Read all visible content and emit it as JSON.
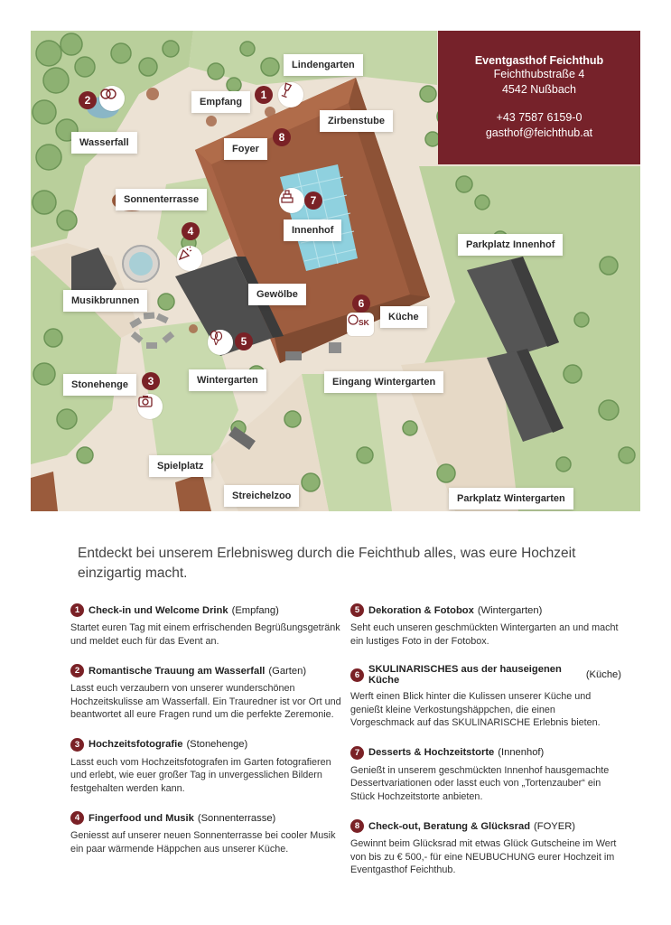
{
  "infobox": {
    "name": "Eventgasthof Feichthub",
    "street": "Feichthubstraße 4",
    "city": "4542 Nußbach",
    "phone": "+43 7587 6159-0",
    "email": "gasthof@feichthub.at"
  },
  "map": {
    "labels": {
      "lindengarten": "Lindengarten",
      "empfang": "Empfang",
      "zirbenstube": "Zirbenstube",
      "foyer": "Foyer",
      "wasserfall": "Wasserfall",
      "sonnenterrasse": "Sonnenterrasse",
      "innenhof": "Innenhof",
      "parkplatz_innenhof": "Parkplatz Innenhof",
      "musikbrunnen": "Musikbrunnen",
      "gewoelbe": "Gewölbe",
      "kueche": "Küche",
      "stonehenge": "Stonehenge",
      "wintergarten": "Wintergarten",
      "eingang_wintergarten": "Eingang Wintergarten",
      "spielplatz": "Spielplatz",
      "streichelzoo": "Streichelzoo",
      "parkplatz_wintergarten": "Parkplatz Wintergarten"
    },
    "markers": [
      "1",
      "2",
      "3",
      "4",
      "5",
      "6",
      "7",
      "8"
    ],
    "icons": {
      "m1": "champagne-glass-icon",
      "m2": "wedding-rings-icon",
      "m3": "camera-icon",
      "m4": "party-popper-icon",
      "m5": "balloons-icon",
      "m6": "skulinarisches-logo-icon",
      "m7": "wedding-cake-icon",
      "m6_text": "SK"
    }
  },
  "intro": "Entdeckt bei unserem Erlebnisweg durch die Feichthub alles, was eure Hochzeit einzigartig macht.",
  "stations": {
    "s1": {
      "num": "1",
      "title": "Check-in und Welcome Drink",
      "location": "(Empfang)",
      "text": "Startet euren Tag mit einem erfrischenden Begrüßungsgetränk und meldet euch für das Event an."
    },
    "s2": {
      "num": "2",
      "title": "Romantische Trauung am Wasserfall",
      "location": "(Garten)",
      "text": "Lasst euch verzaubern von unserer wunderschönen Hochzeitskulisse am Wasserfall. Ein Trauredner ist vor Ort und beantwortet all eure Fragen rund um die perfekte Zeremonie."
    },
    "s3": {
      "num": "3",
      "title": "Hochzeitsfotografie",
      "location": "(Stonehenge)",
      "text": "Lasst euch vom Hochzeitsfotografen im Garten fotografieren und erlebt, wie euer großer Tag in unvergesslichen Bildern festgehalten werden kann."
    },
    "s4": {
      "num": "4",
      "title": "Fingerfood und Musik",
      "location": "(Sonnenterrasse)",
      "text": "Geniesst auf unserer neuen Sonnenterrasse bei cooler Musik ein paar wärmende Häppchen aus unserer Küche."
    },
    "s5": {
      "num": "5",
      "title": "Dekoration & Fotobox",
      "location": "(Wintergarten)",
      "text": "Seht euch unseren geschmückten Wintergarten an und macht ein lustiges Foto in der Fotobox."
    },
    "s6": {
      "num": "6",
      "title": "SKULINARISCHES aus der hauseigenen Küche",
      "location": "(Küche)",
      "text": "Werft einen Blick hinter die Kulissen unserer Küche und genießt kleine Verkostungshäppchen, die einen Vorgeschmack auf das SKULINARISCHE Erlebnis bieten."
    },
    "s7": {
      "num": "7",
      "title": "Desserts & Hochzeitstorte",
      "location": "(Innenhof)",
      "text": "Genießt in unserem geschmückten Innenhof hausgemachte Dessertvariationen oder lasst euch von „Tortenzauber“ ein Stück Hochzeitstorte anbieten."
    },
    "s8": {
      "num": "8",
      "title": "Check-out, Beratung & Glücksrad",
      "location": "(FOYER)",
      "text": "Gewinnt beim Glücksrad mit etwas Glück Gutscheine im Wert von bis zu € 500,- für eine NEUBUCHUNG eurer Hochzeit im Eventgasthof Feichthub."
    }
  }
}
